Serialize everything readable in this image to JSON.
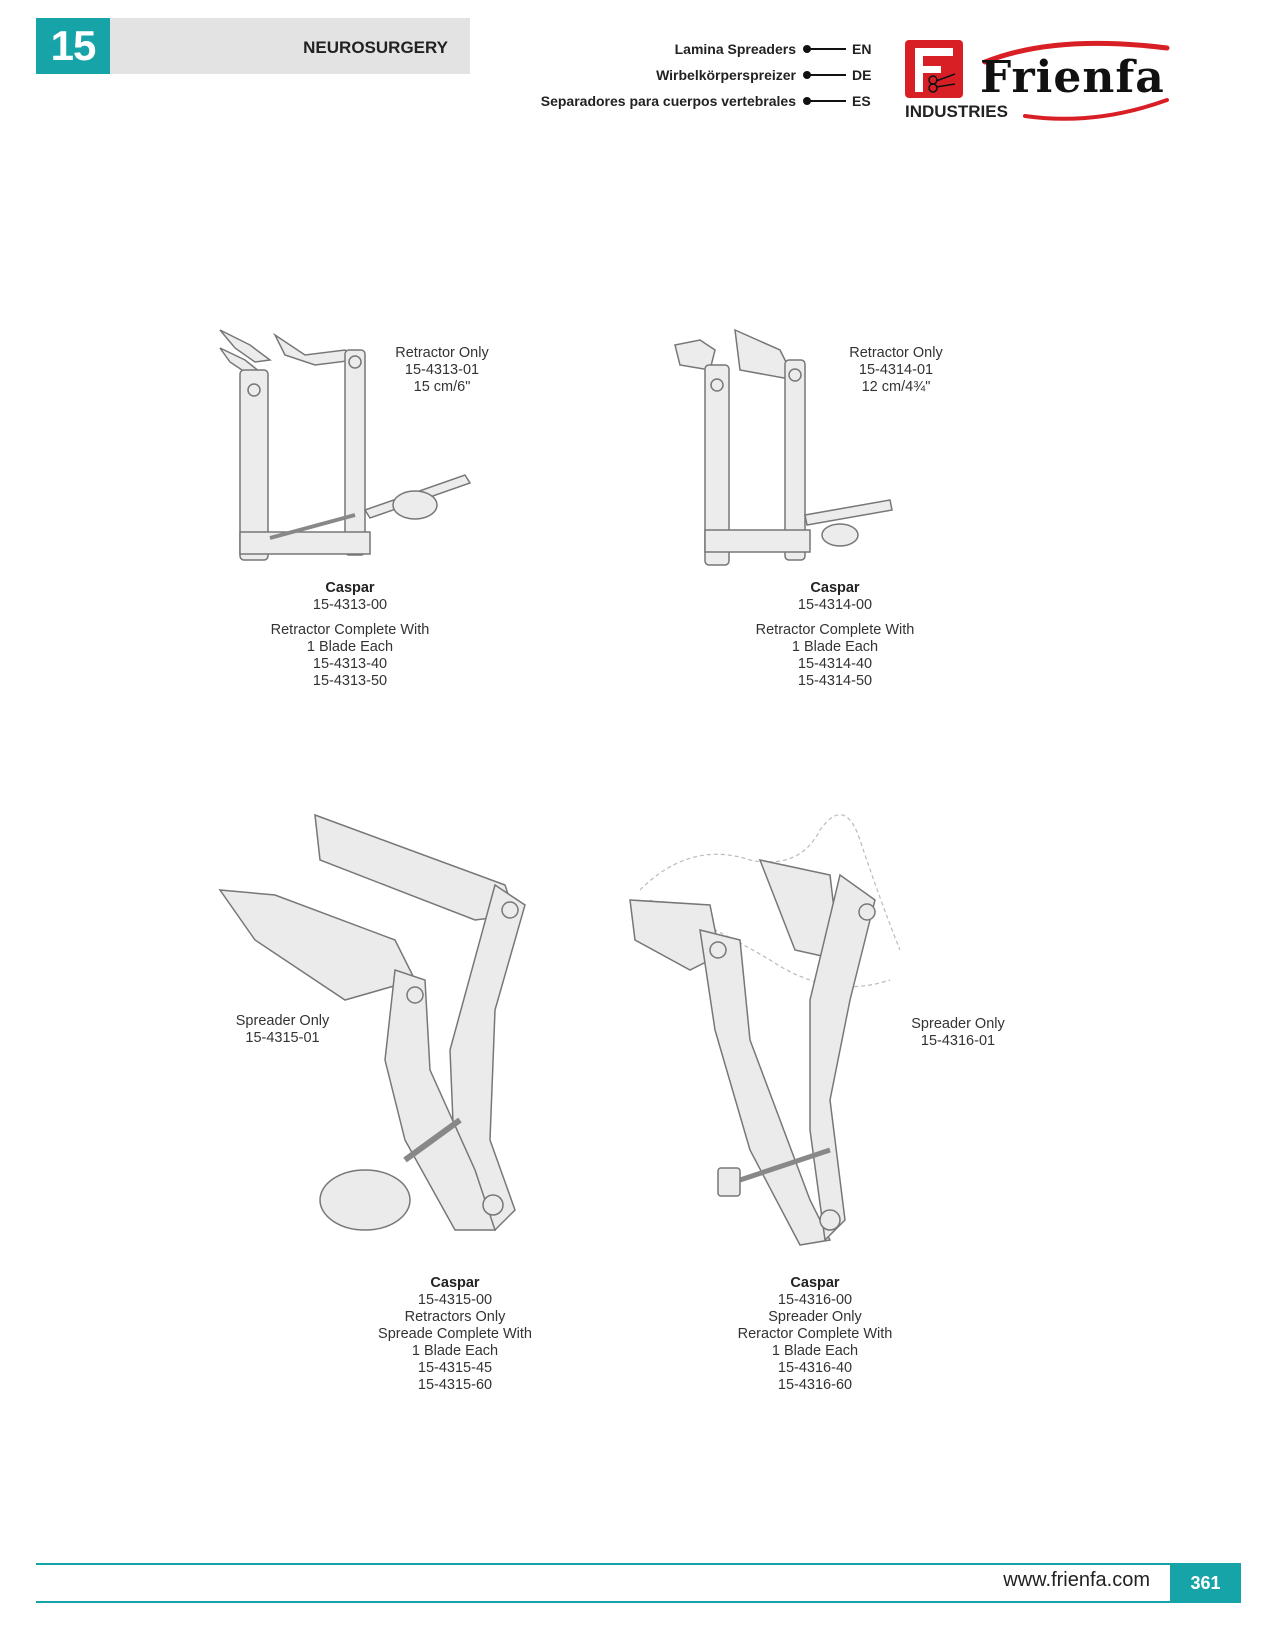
{
  "header": {
    "chapter_number": "15",
    "section_title": "NEUROSURGERY",
    "languages": [
      {
        "label": "Lamina Spreaders",
        "code": "EN"
      },
      {
        "label": "Wirbelkörperspreizer",
        "code": "DE"
      },
      {
        "label": "Separadores para cuerpos vertebrales",
        "code": "ES"
      }
    ]
  },
  "logo": {
    "name": "Frienfa",
    "subtitle": "INDUSTRIES",
    "colors": {
      "red": "#d91f26",
      "dark": "#111111"
    }
  },
  "products": [
    {
      "side_note": [
        "Retractor Only",
        "15-4313-01",
        "15 cm/6\""
      ],
      "name": "Caspar",
      "code": "15-4313-00",
      "details": [
        "Retractor Complete With",
        "1 Blade Each",
        "15-4313-40",
        "15-4313-50"
      ]
    },
    {
      "side_note": [
        "Retractor Only",
        "15-4314-01",
        "12 cm/4¾\""
      ],
      "name": "Caspar",
      "code": "15-4314-00",
      "details": [
        "Retractor Complete With",
        "1 Blade Each",
        "15-4314-40",
        "15-4314-50"
      ]
    },
    {
      "side_note": [
        "Spreader Only",
        "15-4315-01"
      ],
      "name": "Caspar",
      "code": "15-4315-00",
      "details": [
        "Retractors Only",
        "Spreade Complete With",
        "1 Blade Each",
        "15-4315-45",
        "15-4315-60"
      ]
    },
    {
      "side_note": [
        "Spreader Only",
        "15-4316-01"
      ],
      "name": "Caspar",
      "code": "15-4316-00",
      "details": [
        "Spreader Only",
        "Reractor Complete With",
        "1 Blade Each",
        "15-4316-40",
        "15-4316-60"
      ]
    }
  ],
  "footer": {
    "url": "www.frienfa.com",
    "page_number": "361",
    "accent_color": "#17a4a8"
  }
}
